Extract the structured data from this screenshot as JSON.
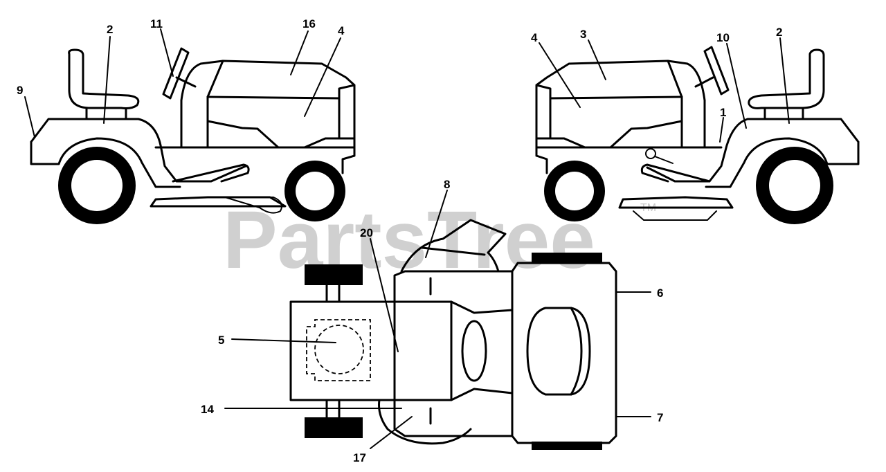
{
  "watermark": {
    "text": "PartsTree",
    "trademark": "TM"
  },
  "callouts": [
    {
      "id": "c-2-left",
      "label": "2"
    },
    {
      "id": "c-11",
      "label": "11"
    },
    {
      "id": "c-16",
      "label": "16"
    },
    {
      "id": "c-4-left",
      "label": "4"
    },
    {
      "id": "c-9",
      "label": "9"
    },
    {
      "id": "c-4-right",
      "label": "4"
    },
    {
      "id": "c-3",
      "label": "3"
    },
    {
      "id": "c-10",
      "label": "10"
    },
    {
      "id": "c-2-right",
      "label": "2"
    },
    {
      "id": "c-1",
      "label": "1"
    },
    {
      "id": "c-8",
      "label": "8"
    },
    {
      "id": "c-20",
      "label": "20"
    },
    {
      "id": "c-6",
      "label": "6"
    },
    {
      "id": "c-5",
      "label": "5"
    },
    {
      "id": "c-14",
      "label": "14"
    },
    {
      "id": "c-7",
      "label": "7"
    },
    {
      "id": "c-17",
      "label": "17"
    }
  ]
}
